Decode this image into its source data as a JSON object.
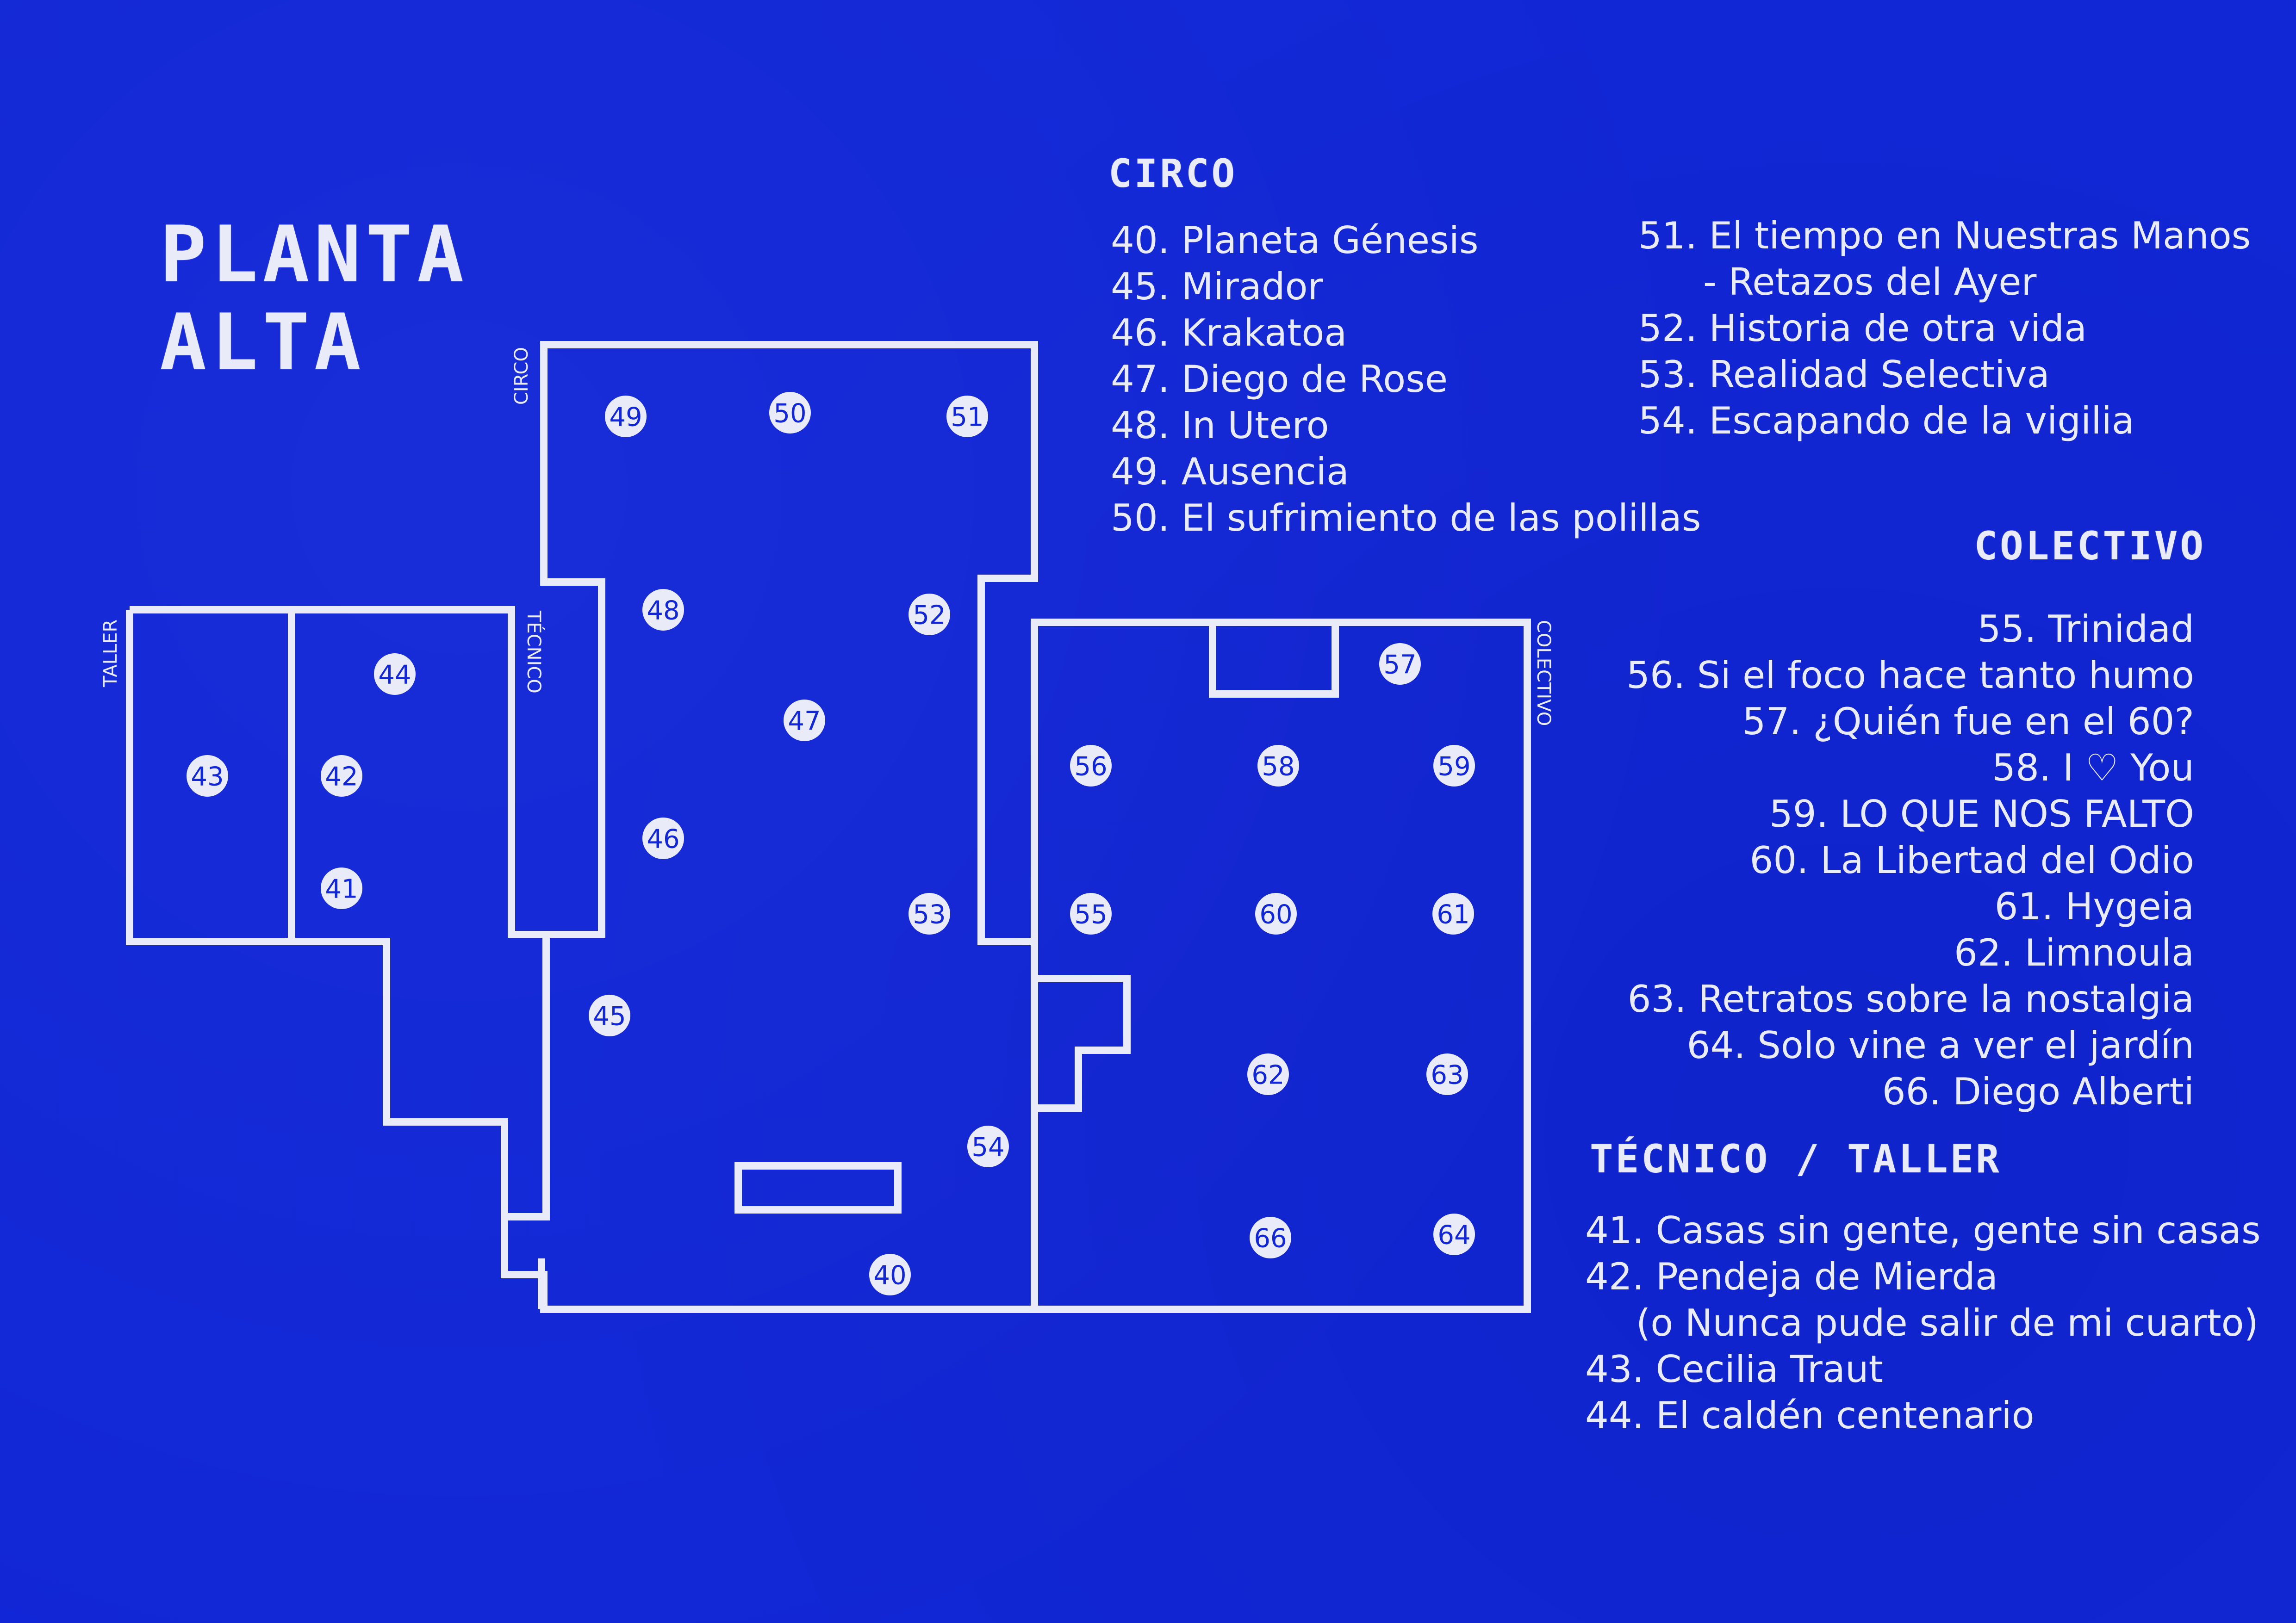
{
  "title": "PLANTA\nALTA",
  "colors": {
    "background": "#1126d6",
    "foreground": "#e9ecf8"
  },
  "room_labels": {
    "circo": "CIRCO",
    "taller": "TALLER",
    "tecnico": "TÉCNICO",
    "colectivo": "COLECTIVO"
  },
  "markers": [
    "40",
    "41",
    "42",
    "43",
    "44",
    "45",
    "46",
    "47",
    "48",
    "49",
    "50",
    "51",
    "52",
    "53",
    "54",
    "55",
    "56",
    "57",
    "58",
    "59",
    "60",
    "61",
    "62",
    "63",
    "64",
    "66"
  ],
  "sections": {
    "circo": {
      "title": "CIRCO",
      "items_col1": [
        "40. Planeta Génesis",
        "45. Mirador",
        "46. Krakatoa",
        "47. Diego de Rose",
        "48. In Utero",
        "49. Ausencia",
        "50. El sufrimiento de las polillas"
      ],
      "items_col2": [
        "51. El tiempo en Nuestras Manos",
        "- Retazos del Ayer",
        "52. Historia de otra vida",
        "53. Realidad Selectiva",
        "54. Escapando de la vigilia"
      ]
    },
    "colectivo": {
      "title": "COLECTIVO",
      "items": [
        "55. Trinidad",
        "56. Si el foco hace tanto humo",
        "57. ¿Quién fue en el 60?",
        "58. I ♡ You",
        "59. LO QUE NOS FALTO",
        "60. La Libertad del Odio",
        "61. Hygeia",
        "62. Limnoula",
        "63. Retratos sobre la nostalgia",
        "64. Solo vine a ver el jardín",
        "66. Diego Alberti"
      ]
    },
    "tecnico_taller": {
      "title": "TÉCNICO / TALLER",
      "items": [
        "41. Casas sin gente, gente sin casas",
        "42. Pendeja de Mierda",
        "(o Nunca pude salir de mi cuarto)",
        "43. Cecilia Traut",
        "44. El caldén centenario"
      ]
    }
  }
}
